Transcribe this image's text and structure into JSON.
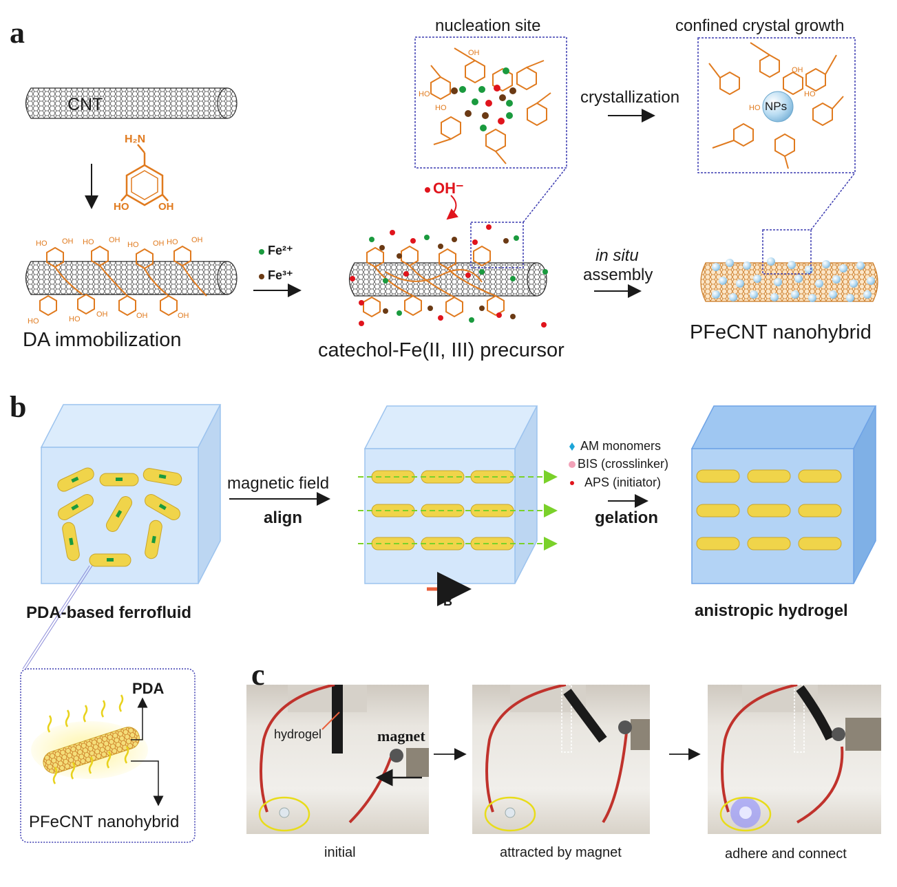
{
  "panels": {
    "a": "a",
    "b": "b",
    "c": "c"
  },
  "panel_a": {
    "cnt_label": "CNT",
    "amine_label": "H₂N",
    "ho_left": "HO",
    "oh_right": "OH",
    "oh_group": "OH",
    "ho_group": "HO",
    "da_label": "DA immobilization",
    "fe2_label": "Fe²⁺",
    "fe3_label": "Fe³⁺",
    "hydroxide_label": "OH⁻",
    "precursor_label": "catechol-Fe(II, III) precursor",
    "nucleation_label": "nucleation site",
    "crystallization_label": "crystallization",
    "confined_label": "confined crystal growth",
    "nps_label": "NPs",
    "insitu_label": "in situ",
    "assembly_label": "assembly",
    "pfecnt_label": "PFeCNT  nanohybrid"
  },
  "panel_b": {
    "ferrofluid_label": "PDA-based ferrofluid",
    "magnetic_field_label": "magnetic field",
    "align_label": "align",
    "b_label": "B",
    "am_label": "AM monomers",
    "bis_label": "BIS (crosslinker)",
    "aps_label": "APS (initiator)",
    "gelation_label": "gelation",
    "hydrogel_label": "anistropic hydrogel",
    "inset_pda_label": "PDA",
    "inset_pfecnt_label": "PFeCNT  nanohybrid"
  },
  "panel_c": {
    "hydrogel_tag": "hydrogel",
    "magnet_tag": "magnet",
    "initial_caption": "initial",
    "attracted_caption": "attracted by magnet",
    "adhere_caption": "adhere and connect"
  },
  "colors": {
    "orange": "#e07a1e",
    "fe2_green": "#1a9a3e",
    "fe3_brown": "#6b3a14",
    "oh_red": "#e0141c",
    "box_blue": "#3a3ab0",
    "cube_blue": "#cfe4fb",
    "field_green": "#7ad12a",
    "b_arrow": "#e8603c",
    "wire_red": "#c0322c"
  }
}
